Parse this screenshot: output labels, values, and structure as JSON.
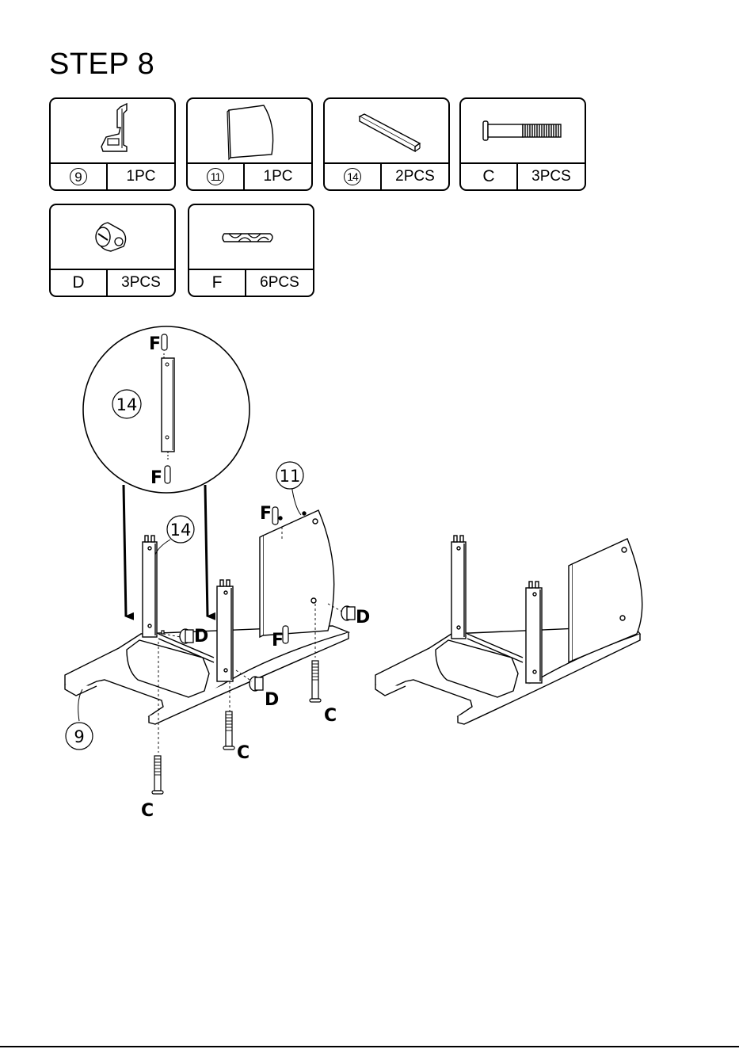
{
  "step_title": "STEP 8",
  "parts": [
    {
      "id": "9",
      "circled": true,
      "qty": "1PC",
      "icon": "side-frame-icon"
    },
    {
      "id": "11",
      "circled": true,
      "qty": "1PC",
      "icon": "curved-panel-icon"
    },
    {
      "id": "14",
      "circled": true,
      "qty": "2PCS",
      "icon": "rail-icon"
    },
    {
      "id": "C",
      "circled": false,
      "qty": "3PCS",
      "icon": "bolt-icon"
    },
    {
      "id": "D",
      "circled": false,
      "qty": "3PCS",
      "icon": "barrel-nut-icon"
    },
    {
      "id": "F",
      "circled": false,
      "qty": "6PCS",
      "icon": "dowel-icon"
    }
  ],
  "callouts": {
    "inset_rail": "14",
    "inset_dowel_top": "F",
    "inset_dowel_bottom": "F",
    "panel": "11",
    "post": "14",
    "panel_dowel": "F",
    "lower_dowel": "F",
    "nut_right": "D",
    "nut_mid": "D",
    "nut_lower": "D",
    "frame": "9",
    "bolt_right": "C",
    "bolt_mid": "C",
    "bolt_left": "C"
  }
}
